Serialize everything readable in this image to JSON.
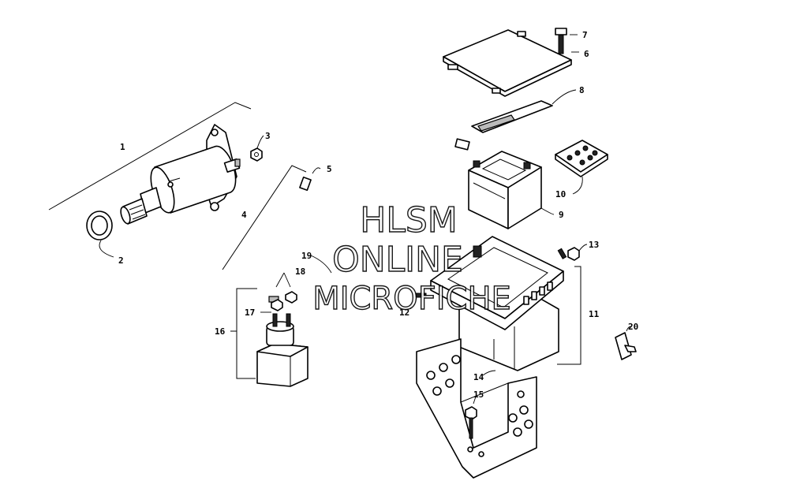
{
  "watermark": {
    "line1": "HLSM",
    "line2": "ONLINE",
    "line3": "MICROFICHE"
  },
  "callouts": {
    "c1": "1",
    "c2": "2",
    "c3": "3",
    "c4": "4",
    "c5": "5",
    "c6": "6",
    "c7": "7",
    "c8": "8",
    "c9": "9",
    "c10": "10",
    "c11": "11",
    "c12": "12",
    "c13": "13",
    "c14": "14",
    "c15": "15",
    "c16": "16",
    "c17": "17",
    "c18": "18",
    "c19": "19",
    "c20": "20"
  },
  "colors": {
    "line": "#000000",
    "background": "#ffffff"
  }
}
